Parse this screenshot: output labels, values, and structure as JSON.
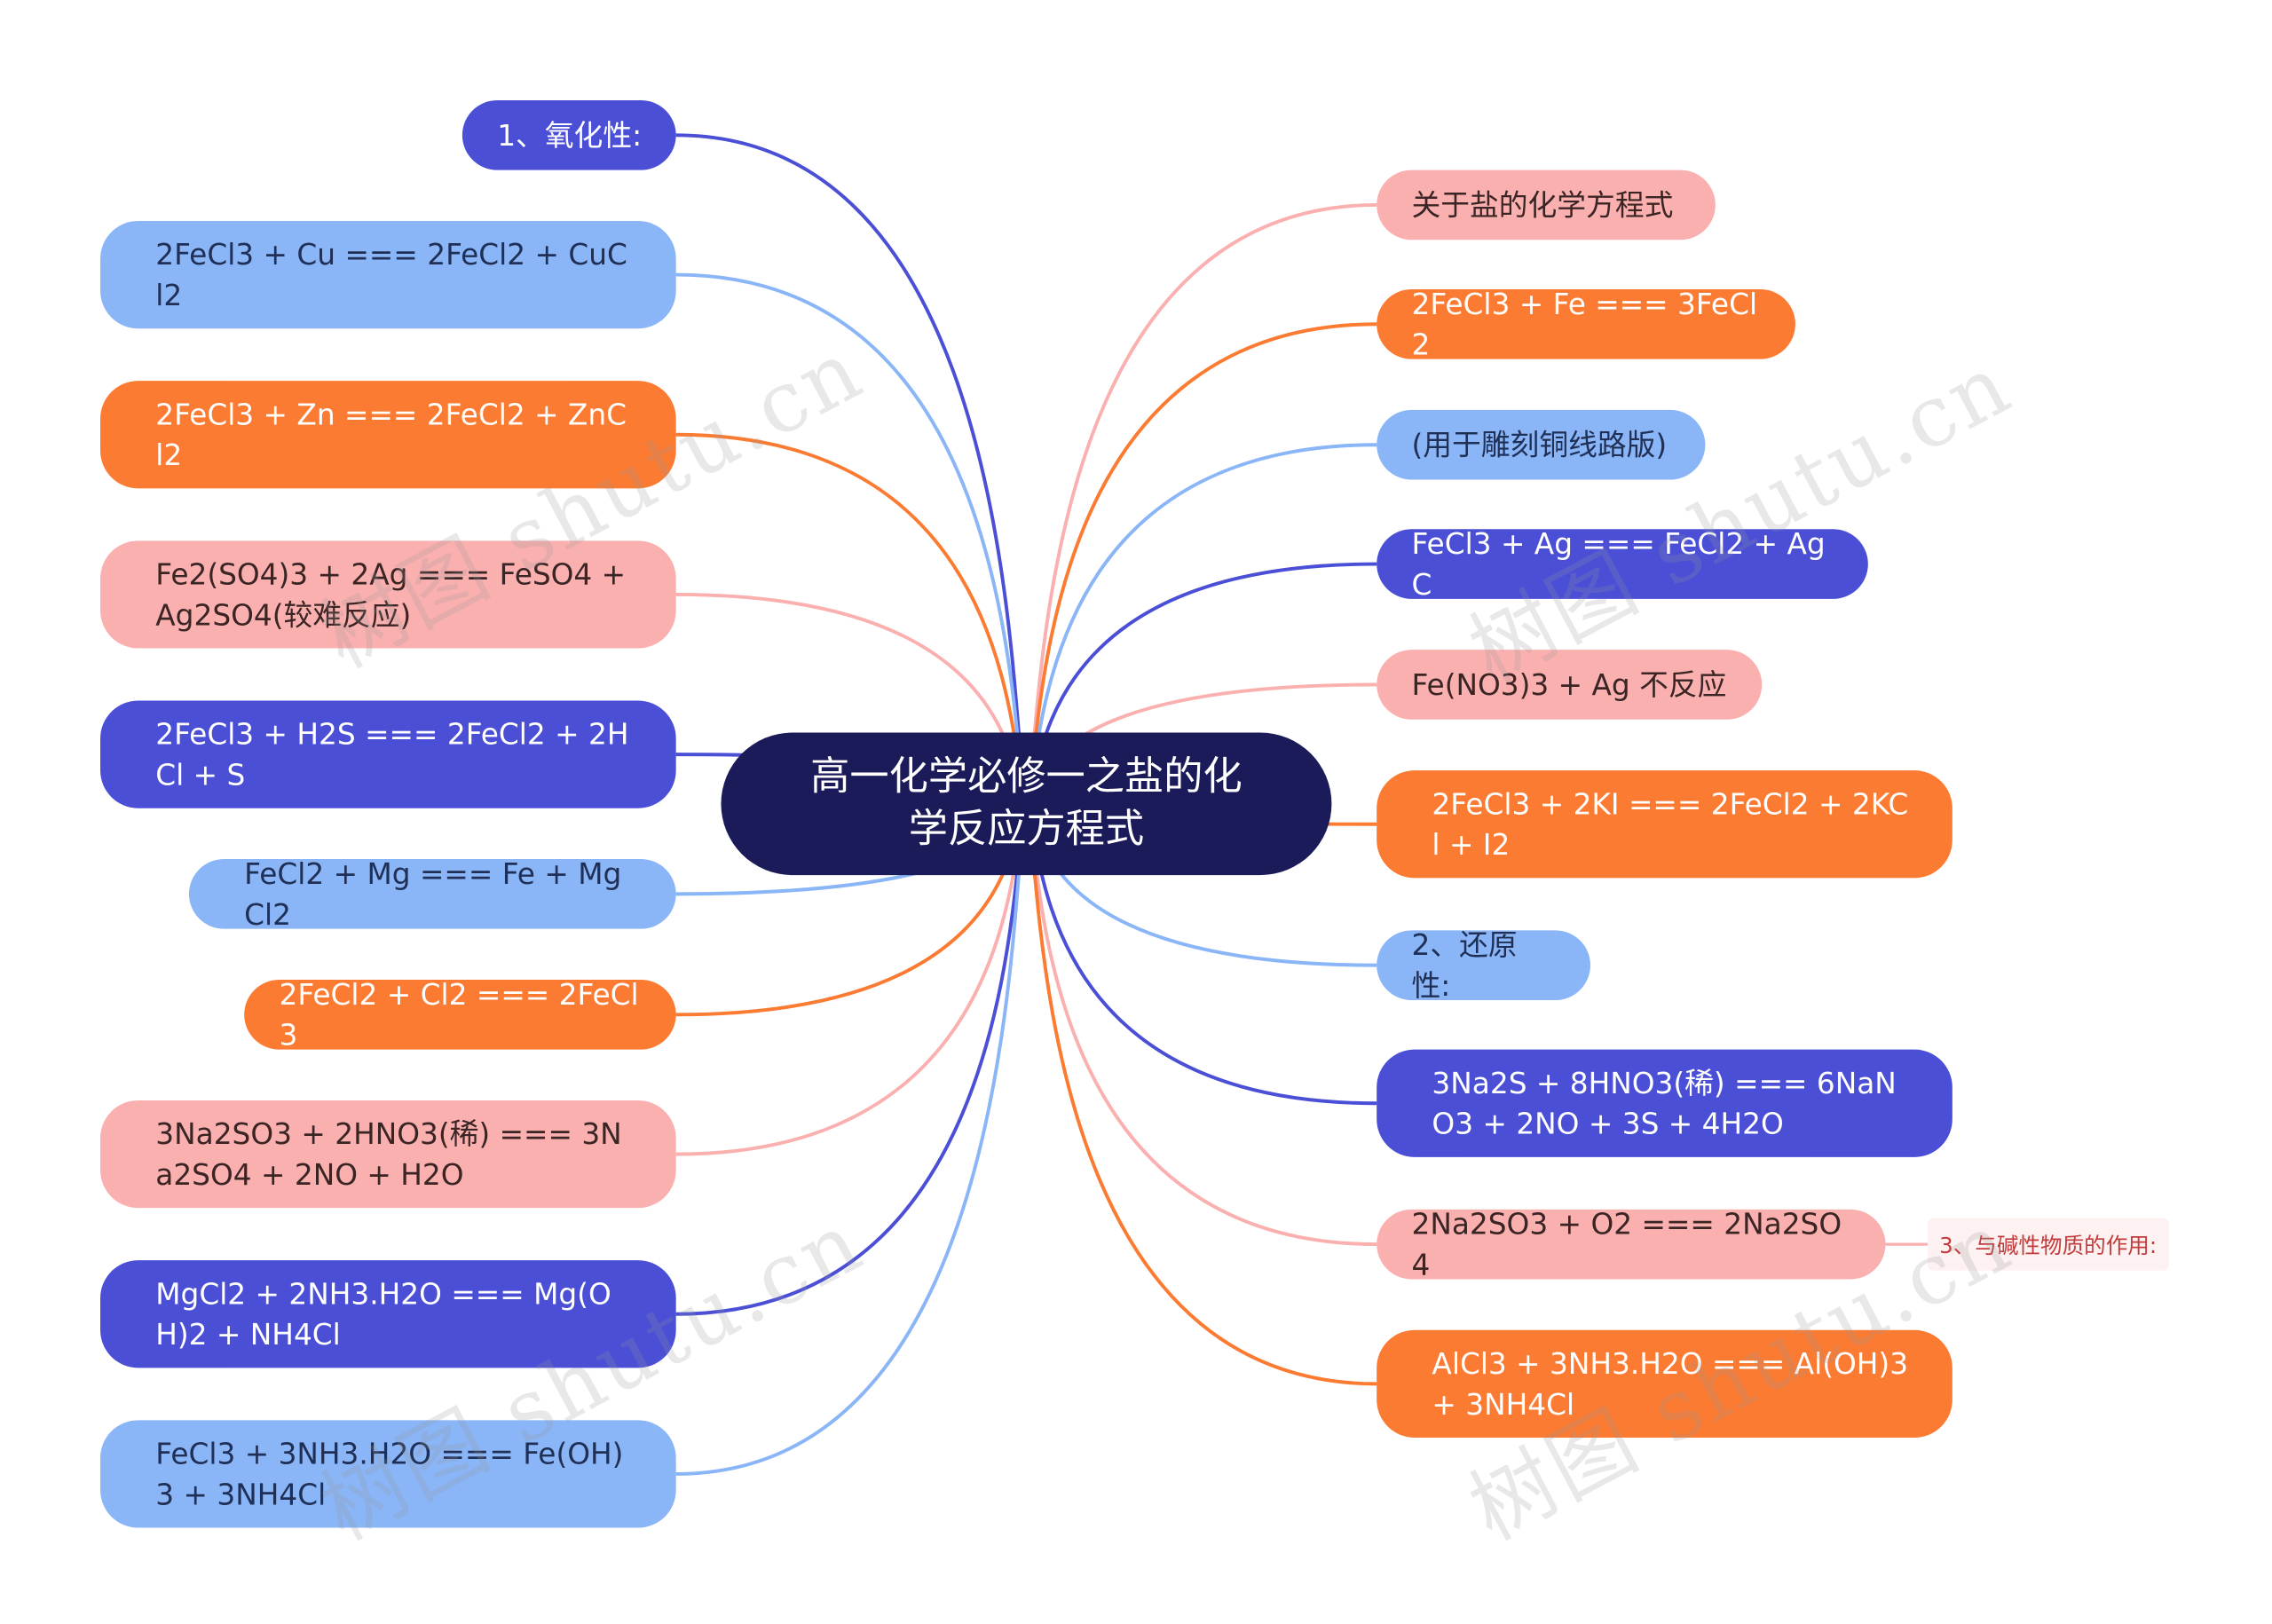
{
  "center": {
    "title": "高一化学必修一之盐的化学反应方程式"
  },
  "left_nodes": [
    {
      "text": "1、氧化性:",
      "color": "#4a4fd6"
    },
    {
      "text": "2FeCl3 + Cu === 2FeCl2 + CuCl2",
      "color": "#8ab5f7"
    },
    {
      "text": "2FeCl3 + Zn === 2FeCl2 + ZnCl2",
      "color": "#fb7b32"
    },
    {
      "text": "Fe2(SO4)3 + 2Ag === FeSO4 + Ag2SO4(较难反应)",
      "color": "#fbb0b0"
    },
    {
      "text": "2FeCl3 + H2S === 2FeCl2 + 2HCl + S",
      "color": "#4a4fd6"
    },
    {
      "text": "FeCl2 + Mg === Fe + MgCl2",
      "color": "#8ab5f7"
    },
    {
      "text": "2FeCl2 + Cl2 === 2FeCl3",
      "color": "#fb7b32"
    },
    {
      "text": "3Na2SO3 + 2HNO3(稀) === 3Na2SO4 + 2NO + H2O",
      "color": "#fbb0b0"
    },
    {
      "text": "MgCl2 + 2NH3.H2O === Mg(OH)2 + NH4Cl",
      "color": "#4a4fd6"
    },
    {
      "text": "FeCl3 + 3NH3.H2O === Fe(OH)3 + 3NH4Cl",
      "color": "#8ab5f7"
    }
  ],
  "right_nodes": [
    {
      "text": "关于盐的化学方程式",
      "color": "#fbb0b0"
    },
    {
      "text": "2FeCl3 + Fe === 3FeCl2",
      "color": "#fb7b32"
    },
    {
      "text": "(用于雕刻铜线路版)",
      "color": "#8ab5f7"
    },
    {
      "text": "FeCl3 + Ag === FeCl2 + AgC",
      "color": "#4a4fd6"
    },
    {
      "text": "Fe(NO3)3 + Ag 不反应",
      "color": "#fbb0b0"
    },
    {
      "text": "2FeCl3 + 2KI === 2FeCl2 + 2KCl + I2",
      "color": "#fb7b32"
    },
    {
      "text": "2、还原性:",
      "color": "#8ab5f7"
    },
    {
      "text": "3Na2S + 8HNO3(稀) === 6NaNO3 + 2NO + 3S + 4H2O",
      "color": "#4a4fd6"
    },
    {
      "text": "2Na2SO3 + O2 === 2Na2SO4",
      "color": "#fbb0b0"
    },
    {
      "text": "AlCl3 + 3NH3.H2O === Al(OH)3 + 3NH4Cl",
      "color": "#fb7b32"
    }
  ],
  "sub_node": {
    "text": "3、与碱性物质的作用:",
    "color": "#c33b3b"
  },
  "watermark": "树图 shutu.cn"
}
